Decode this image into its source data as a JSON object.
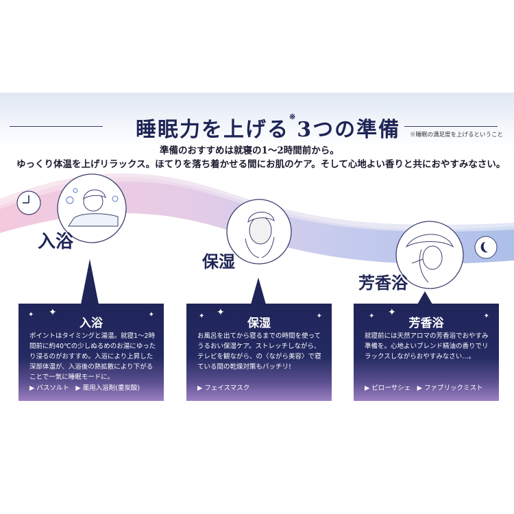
{
  "title": {
    "main": "睡眠力を上げる",
    "mark": "※",
    "rest": "3つの準備"
  },
  "note": "※睡眠の満足度を上げるということ",
  "lead": {
    "line1": "準備のおすすめは就寝の1～2時間前から。",
    "line2": "ゆっくり体温を上げリラックス。ほてりを落ち着かせる間にお肌のケア。そして心地よい香りと共におやすみなさい。"
  },
  "stages": [
    {
      "label": "入浴",
      "panel_title": "入浴",
      "text": "ポイントはタイミングと湯温。就寝1～2時間前に約40℃の少しぬるめのお湯にゆったり浸るのがおすすめ。入浴により上昇した深部体温が、入浴後の熱拡散により下がることで一気に睡眠モードに。",
      "items": "▶ バスソルト　▶ 薬用入浴剤(重炭酸)"
    },
    {
      "label": "保湿",
      "panel_title": "保湿",
      "text": "お風呂を出てから寝るまでの時間を使ってうるおい保湿ケア。ストレッチしながら、テレビを観ながら、の〈ながら美容〉で寝ている間の乾燥対策もバッチリ!",
      "items": "▶ フェイスマスク"
    },
    {
      "label": "芳香浴",
      "panel_title": "芳香浴",
      "text": "就寝前には天然アロマの芳香浴でおやすみ準備を。心地よいブレンド精油の香りでリラックスしながらおやすみなさい…。",
      "items": "▶ ピローサシェ　▶ ファブリックミスト"
    }
  ],
  "icons": [
    "clock-icon",
    "bath-woman-illustration",
    "face-mask-woman-illustration",
    "sleeping-woman-illustration",
    "moon-icon",
    "sparkle-icon"
  ],
  "colors": {
    "navy": "#1f2556",
    "wave_pink": "#f0c6dd",
    "wave_blue": "#a9bde6",
    "panel_bottom": "#9b80c3"
  }
}
